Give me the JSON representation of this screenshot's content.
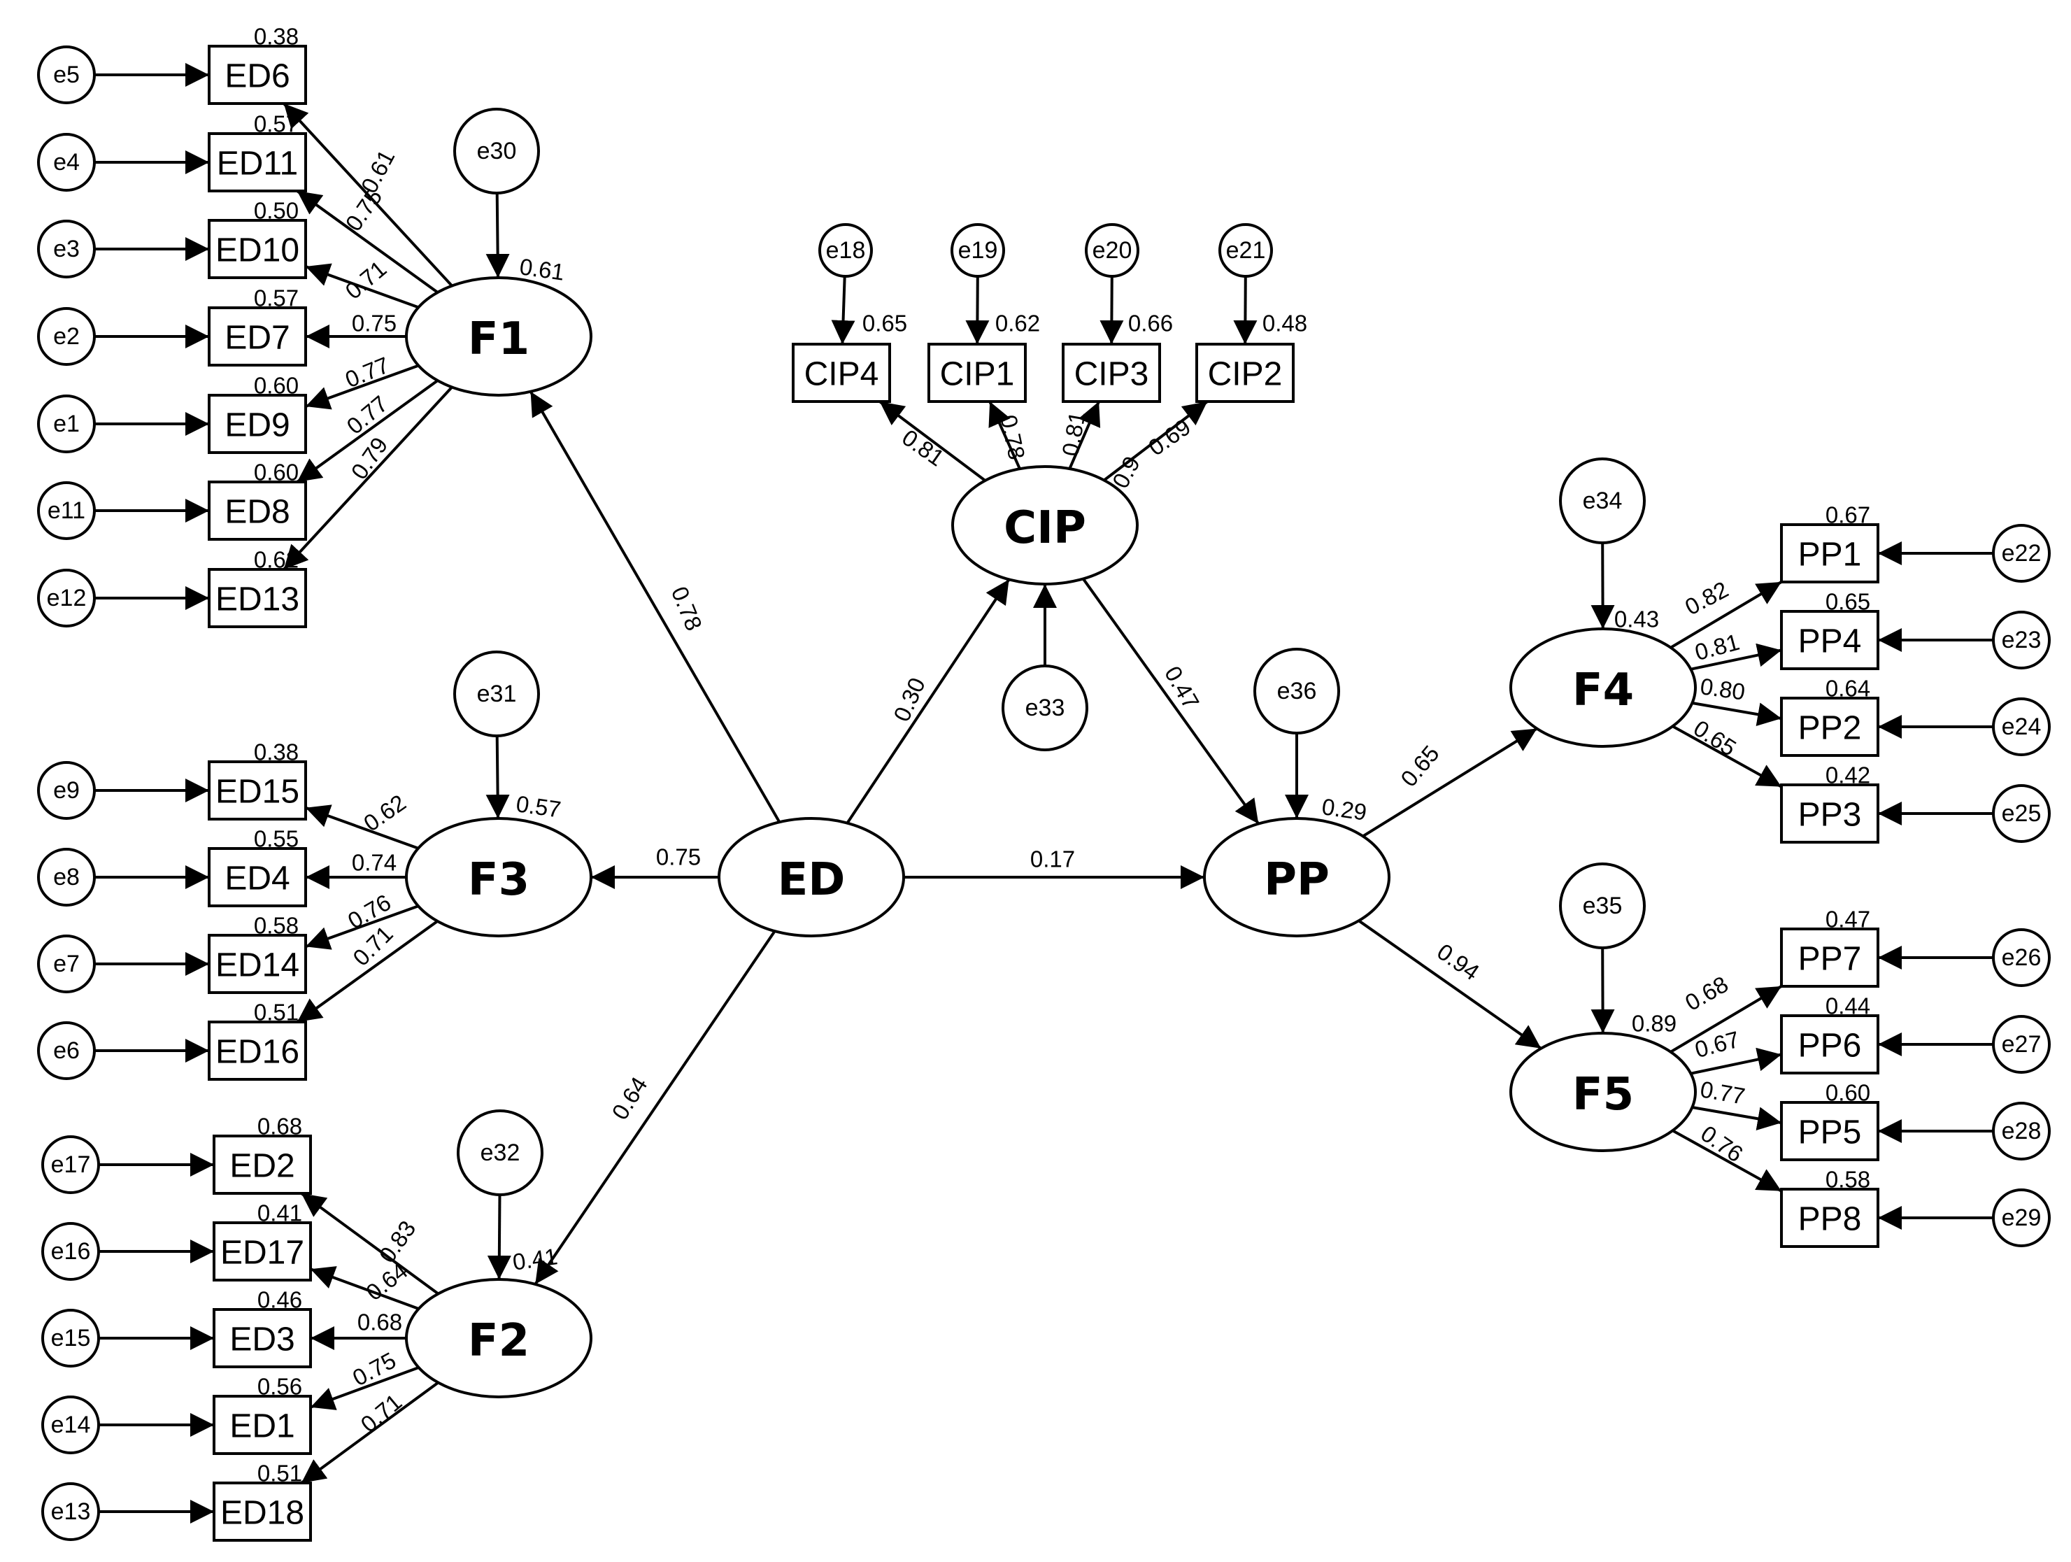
{
  "errors": [
    {
      "id": "e5",
      "label": "e5"
    },
    {
      "id": "e4",
      "label": "e4"
    },
    {
      "id": "e3",
      "label": "e3"
    },
    {
      "id": "e2",
      "label": "e2"
    },
    {
      "id": "e1",
      "label": "e1"
    },
    {
      "id": "e11",
      "label": "e11"
    },
    {
      "id": "e12",
      "label": "e12"
    },
    {
      "id": "e9",
      "label": "e9"
    },
    {
      "id": "e8",
      "label": "e8"
    },
    {
      "id": "e7",
      "label": "e7"
    },
    {
      "id": "e6",
      "label": "e6"
    },
    {
      "id": "e17",
      "label": "e17"
    },
    {
      "id": "e16",
      "label": "e16"
    },
    {
      "id": "e15",
      "label": "e15"
    },
    {
      "id": "e14",
      "label": "e14"
    },
    {
      "id": "e13",
      "label": "e13"
    },
    {
      "id": "e18",
      "label": "e18"
    },
    {
      "id": "e19",
      "label": "e19"
    },
    {
      "id": "e20",
      "label": "e20"
    },
    {
      "id": "e21",
      "label": "e21"
    },
    {
      "id": "e22",
      "label": "e22"
    },
    {
      "id": "e23",
      "label": "e23"
    },
    {
      "id": "e24",
      "label": "e24"
    },
    {
      "id": "e25",
      "label": "e25"
    },
    {
      "id": "e26",
      "label": "e26"
    },
    {
      "id": "e27",
      "label": "e27"
    },
    {
      "id": "e28",
      "label": "e28"
    },
    {
      "id": "e29",
      "label": "e29"
    },
    {
      "id": "e30",
      "label": "e30"
    },
    {
      "id": "e31",
      "label": "e31"
    },
    {
      "id": "e32",
      "label": "e32"
    },
    {
      "id": "e33",
      "label": "e33"
    },
    {
      "id": "e34",
      "label": "e34"
    },
    {
      "id": "e35",
      "label": "e35"
    },
    {
      "id": "e36",
      "label": "e36"
    }
  ],
  "indicators": [
    {
      "id": "ED6",
      "label": "ED6",
      "r2": "0.38"
    },
    {
      "id": "ED11",
      "label": "ED11",
      "r2": "0.57"
    },
    {
      "id": "ED10",
      "label": "ED10",
      "r2": "0.50"
    },
    {
      "id": "ED7",
      "label": "ED7",
      "r2": "0.57"
    },
    {
      "id": "ED9",
      "label": "ED9",
      "r2": "0.60"
    },
    {
      "id": "ED8",
      "label": "ED8",
      "r2": "0.60"
    },
    {
      "id": "ED13",
      "label": "ED13",
      "r2": "0.62"
    },
    {
      "id": "ED15",
      "label": "ED15",
      "r2": "0.38"
    },
    {
      "id": "ED4",
      "label": "ED4",
      "r2": "0.55"
    },
    {
      "id": "ED14",
      "label": "ED14",
      "r2": "0.58"
    },
    {
      "id": "ED16",
      "label": "ED16",
      "r2": "0.51"
    },
    {
      "id": "ED2",
      "label": "ED2",
      "r2": "0.68"
    },
    {
      "id": "ED17",
      "label": "ED17",
      "r2": "0.41"
    },
    {
      "id": "ED3",
      "label": "ED3",
      "r2": "0.46"
    },
    {
      "id": "ED1",
      "label": "ED1",
      "r2": "0.56"
    },
    {
      "id": "ED18",
      "label": "ED18",
      "r2": "0.51"
    },
    {
      "id": "CIP4",
      "label": "CIP4",
      "r2": "0.65"
    },
    {
      "id": "CIP1",
      "label": "CIP1",
      "r2": "0.62"
    },
    {
      "id": "CIP3",
      "label": "CIP3",
      "r2": "0.66"
    },
    {
      "id": "CIP2",
      "label": "CIP2",
      "r2": "0.48"
    },
    {
      "id": "PP1",
      "label": "PP1",
      "r2": "0.67"
    },
    {
      "id": "PP4",
      "label": "PP4",
      "r2": "0.65"
    },
    {
      "id": "PP2",
      "label": "PP2",
      "r2": "0.64"
    },
    {
      "id": "PP3",
      "label": "PP3",
      "r2": "0.42"
    },
    {
      "id": "PP7",
      "label": "PP7",
      "r2": "0.47"
    },
    {
      "id": "PP6",
      "label": "PP6",
      "r2": "0.44"
    },
    {
      "id": "PP5",
      "label": "PP5",
      "r2": "0.60"
    },
    {
      "id": "PP8",
      "label": "PP8",
      "r2": "0.58"
    }
  ],
  "latents": [
    {
      "id": "F1",
      "label": "F1",
      "r2": "0.61"
    },
    {
      "id": "F3",
      "label": "F3",
      "r2": "0.57"
    },
    {
      "id": "F2",
      "label": "F2",
      "r2": "0.41"
    },
    {
      "id": "ED",
      "label": "ED"
    },
    {
      "id": "CIP",
      "label": "CIP"
    },
    {
      "id": "PP",
      "label": "PP",
      "r2": "0.29"
    },
    {
      "id": "F4",
      "label": "F4",
      "r2": "0.43"
    },
    {
      "id": "F5",
      "label": "F5",
      "r2": "0.89"
    }
  ],
  "loadings": [
    {
      "from": "F1",
      "to": "ED6",
      "value": "0.61"
    },
    {
      "from": "F1",
      "to": "ED11",
      "value": "0.75"
    },
    {
      "from": "F1",
      "to": "ED10",
      "value": "0.71"
    },
    {
      "from": "F1",
      "to": "ED7",
      "value": "0.75"
    },
    {
      "from": "F1",
      "to": "ED9",
      "value": "0.77"
    },
    {
      "from": "F1",
      "to": "ED8",
      "value": "0.77"
    },
    {
      "from": "F1",
      "to": "ED13",
      "value": "0.79"
    },
    {
      "from": "F3",
      "to": "ED15",
      "value": "0.62"
    },
    {
      "from": "F3",
      "to": "ED4",
      "value": "0.74"
    },
    {
      "from": "F3",
      "to": "ED14",
      "value": "0.76"
    },
    {
      "from": "F3",
      "to": "ED16",
      "value": "0.71"
    },
    {
      "from": "F2",
      "to": "ED2",
      "value": "0.83"
    },
    {
      "from": "F2",
      "to": "ED17",
      "value": "0.64"
    },
    {
      "from": "F2",
      "to": "ED3",
      "value": "0.68"
    },
    {
      "from": "F2",
      "to": "ED1",
      "value": "0.75"
    },
    {
      "from": "F2",
      "to": "ED18",
      "value": "0.71"
    },
    {
      "from": "CIP",
      "to": "CIP4",
      "value": "0.81"
    },
    {
      "from": "CIP",
      "to": "CIP1",
      "value": "0.78"
    },
    {
      "from": "CIP",
      "to": "CIP3",
      "value": "0.81"
    },
    {
      "from": "CIP",
      "to": "CIP2",
      "value": "0.69"
    },
    {
      "from": "F4",
      "to": "PP1",
      "value": "0.82"
    },
    {
      "from": "F4",
      "to": "PP4",
      "value": "0.81"
    },
    {
      "from": "F4",
      "to": "PP2",
      "value": "0.80"
    },
    {
      "from": "F4",
      "to": "PP3",
      "value": "0.65"
    },
    {
      "from": "F5",
      "to": "PP7",
      "value": "0.68"
    },
    {
      "from": "F5",
      "to": "PP6",
      "value": "0.67"
    },
    {
      "from": "F5",
      "to": "PP5",
      "value": "0.77"
    },
    {
      "from": "F5",
      "to": "PP8",
      "value": "0.76"
    }
  ],
  "structural_paths": [
    {
      "from": "ED",
      "to": "F1",
      "value": "0.78"
    },
    {
      "from": "ED",
      "to": "F3",
      "value": "0.75"
    },
    {
      "from": "ED",
      "to": "F2",
      "value": "0.64"
    },
    {
      "from": "ED",
      "to": "CIP",
      "value": "0.30"
    },
    {
      "from": "ED",
      "to": "PP",
      "value": "0.17"
    },
    {
      "from": "CIP",
      "to": "PP",
      "value": "0.47"
    },
    {
      "from": "PP",
      "to": "F4",
      "value": "0.65"
    },
    {
      "from": "PP",
      "to": "F5",
      "value": "0.94"
    }
  ],
  "stray_labels": [
    {
      "id": "cip-extra",
      "value": "0.9"
    }
  ],
  "error_paths": [
    {
      "from": "e5",
      "to": "ED6"
    },
    {
      "from": "e4",
      "to": "ED11"
    },
    {
      "from": "e3",
      "to": "ED10"
    },
    {
      "from": "e2",
      "to": "ED7"
    },
    {
      "from": "e1",
      "to": "ED9"
    },
    {
      "from": "e11",
      "to": "ED8"
    },
    {
      "from": "e12",
      "to": "ED13"
    },
    {
      "from": "e9",
      "to": "ED15"
    },
    {
      "from": "e8",
      "to": "ED4"
    },
    {
      "from": "e7",
      "to": "ED14"
    },
    {
      "from": "e6",
      "to": "ED16"
    },
    {
      "from": "e17",
      "to": "ED2"
    },
    {
      "from": "e16",
      "to": "ED17"
    },
    {
      "from": "e15",
      "to": "ED3"
    },
    {
      "from": "e14",
      "to": "ED1"
    },
    {
      "from": "e13",
      "to": "ED18"
    },
    {
      "from": "e18",
      "to": "CIP4"
    },
    {
      "from": "e19",
      "to": "CIP1"
    },
    {
      "from": "e20",
      "to": "CIP3"
    },
    {
      "from": "e21",
      "to": "CIP2"
    },
    {
      "from": "e22",
      "to": "PP1"
    },
    {
      "from": "e23",
      "to": "PP4"
    },
    {
      "from": "e24",
      "to": "PP2"
    },
    {
      "from": "e25",
      "to": "PP3"
    },
    {
      "from": "e26",
      "to": "PP7"
    },
    {
      "from": "e27",
      "to": "PP6"
    },
    {
      "from": "e28",
      "to": "PP5"
    },
    {
      "from": "e29",
      "to": "PP8"
    },
    {
      "from": "e30",
      "to": "F1"
    },
    {
      "from": "e31",
      "to": "F3"
    },
    {
      "from": "e32",
      "to": "F2"
    },
    {
      "from": "e33",
      "to": "CIP"
    },
    {
      "from": "e34",
      "to": "F4"
    },
    {
      "from": "e35",
      "to": "F5"
    },
    {
      "from": "e36",
      "to": "PP"
    }
  ]
}
